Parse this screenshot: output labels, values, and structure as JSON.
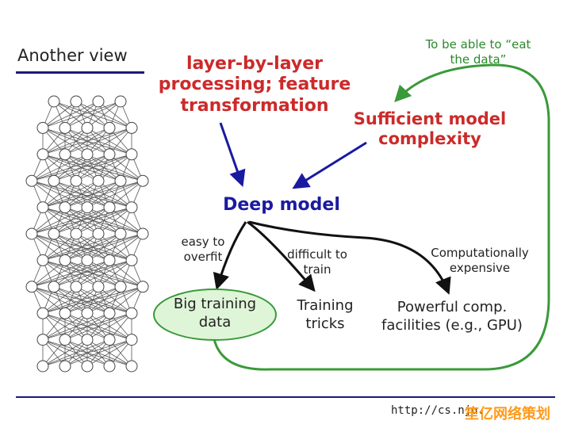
{
  "header": {
    "title": "Another view"
  },
  "labels": {
    "red_left": "layer-by-layer processing; feature transformation",
    "red_right": "Sufficient model complexity",
    "green_note": "To be able to “eat the data”",
    "center": "Deep model",
    "edge_overfit": "easy to overfit",
    "edge_train": "difficult to train",
    "edge_comp": "Computationally expensive"
  },
  "outcomes": {
    "big_data": "Big training data",
    "tricks": "Training tricks",
    "gpu": "Powerful comp. facilities (e.g., GPU)"
  },
  "footer": {
    "url": "http://cs.nju.",
    "watermark": "笙亿网络策划"
  },
  "colors": {
    "red": "#cc2a2a",
    "blue": "#1a1aa0",
    "green": "#3a9a3a",
    "ellipse_fill": "#dff5d8"
  },
  "network": {
    "layers": 11,
    "nodes_per_layer": [
      4,
      5,
      5,
      6,
      5,
      6,
      5,
      6,
      5,
      5,
      5
    ]
  }
}
